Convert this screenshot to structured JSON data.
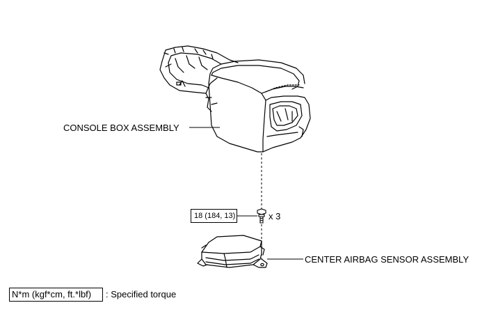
{
  "parts": {
    "console_box": {
      "label": "CONSOLE BOX ASSEMBLY"
    },
    "airbag_sensor": {
      "label": "CENTER AIRBAG SENSOR ASSEMBLY"
    },
    "bolt": {
      "torque": "18 (184, 13)",
      "quantity": "x 3"
    }
  },
  "legend": {
    "units": "N*m (kgf*cm, ft.*lbf)",
    "description": ": Specified torque"
  }
}
